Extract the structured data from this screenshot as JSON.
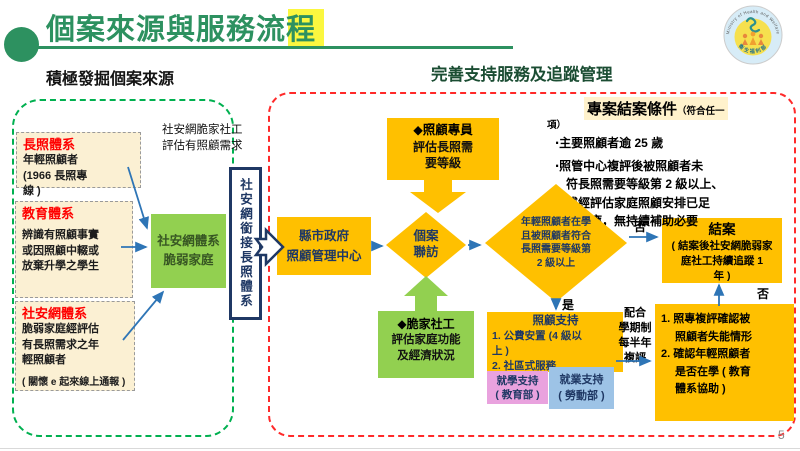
{
  "slide": {
    "page_number": "5"
  },
  "title": {
    "text": "個案來源與服務流程"
  },
  "logo": {
    "arc_top": "Ministry of Health and Welfare",
    "arc_bottom": "衛生福利部"
  },
  "left": {
    "heading": "積極發掘個案來源",
    "box_ltc": {
      "title": "長照體系",
      "line1": "年輕照顧者",
      "line2": "(1966 長照專",
      "line3": "線 )"
    },
    "box_edu": {
      "title": "教育體系",
      "line1": "辨識有照顧事實",
      "line2": "或因照顧中輟或",
      "line3": "放棄升學之學生"
    },
    "box_ssn": {
      "title": "社安網體系",
      "line1": "脆弱家庭經評估",
      "line2": "有長照需求之年",
      "line3": "輕照顧者",
      "note": "( 關懷 e 起來線上通報 )"
    },
    "hub": {
      "line1": "社安網體系",
      "line2": "脆弱家庭"
    }
  },
  "bridge": {
    "label_line1": "社安網脆家社工",
    "label_line2": "評估有照顧需求",
    "vertical_text": "社安網銜接長照體系"
  },
  "right": {
    "heading": "完善支持服務及追蹤管理",
    "care_center": {
      "line1": "縣市政府",
      "line2": "照顧管理中心"
    },
    "specialist": {
      "title": "◆照顧專員",
      "line1": "評估長照需",
      "line2": "要等級"
    },
    "visit": {
      "line1": "個案",
      "line2": "聯訪"
    },
    "worker": {
      "title": "◆脆家社工",
      "line1": "評估家庭功能",
      "line2": "及經濟狀況"
    },
    "diamond": {
      "line1": "年輕照顧者在學",
      "line2": "且被照顧者符合",
      "line3": "長照需要等級第",
      "line4": "2 級以上"
    },
    "labels": {
      "no_right": "否",
      "yes": "是",
      "no_up": "否"
    },
    "close": {
      "title": "結案",
      "line1": "( 結案後社安網脆弱家",
      "line2": "庭社工持續追蹤 1",
      "line3": "年 )"
    },
    "support": {
      "title": "照顧支持",
      "line1": "1. 公費安置 (4 級以",
      "line2": "上 )",
      "line3": "2. 社區式服務"
    },
    "school": {
      "line1": "就學支持",
      "line2": "( 教育部 )"
    },
    "work": {
      "line1": "就業支持",
      "line2": "( 勞動部 )"
    },
    "review_cycle": {
      "line1": "配合",
      "line2": "學期制",
      "line3": "每半年",
      "line4": "複評"
    },
    "review_box": {
      "line1": "1. 照專複評確認被",
      "line2": "照顧者失能情形",
      "line3": "2. 確認年輕照顧者",
      "line4": "是否在學 ( 教育",
      "line5": "體系協助 )"
    },
    "conditions": {
      "title": "專案結案條件",
      "suffix1": "（符合任一",
      "suffix2": "項）",
      "bullet1": "‧主要照顧者逾 25 歲",
      "bullet2_line1": "‧照管中心複評後被照顧者未",
      "bullet2_line2": "符長照需要等級第 2 級以上、",
      "bullet2_line3": "或經評估家庭照顧安排已足",
      "bullet2_line4": "以支應，無持續補助必要"
    }
  },
  "colors": {
    "title_green": "#2d9160",
    "highlight_yellow": "#fbf73f",
    "dashed_green": "#00b050",
    "dashed_red": "#ff2a2a",
    "process_orange": "#ffc000",
    "hub_green": "#92d050",
    "navy_text": "#1f3864",
    "cream_box": "#fbf0d3",
    "condition_highlight": "#fff2cc",
    "school_pink": "#e9a2de",
    "work_blue": "#9dc3e6",
    "arrow_blue": "#2e75b6"
  }
}
